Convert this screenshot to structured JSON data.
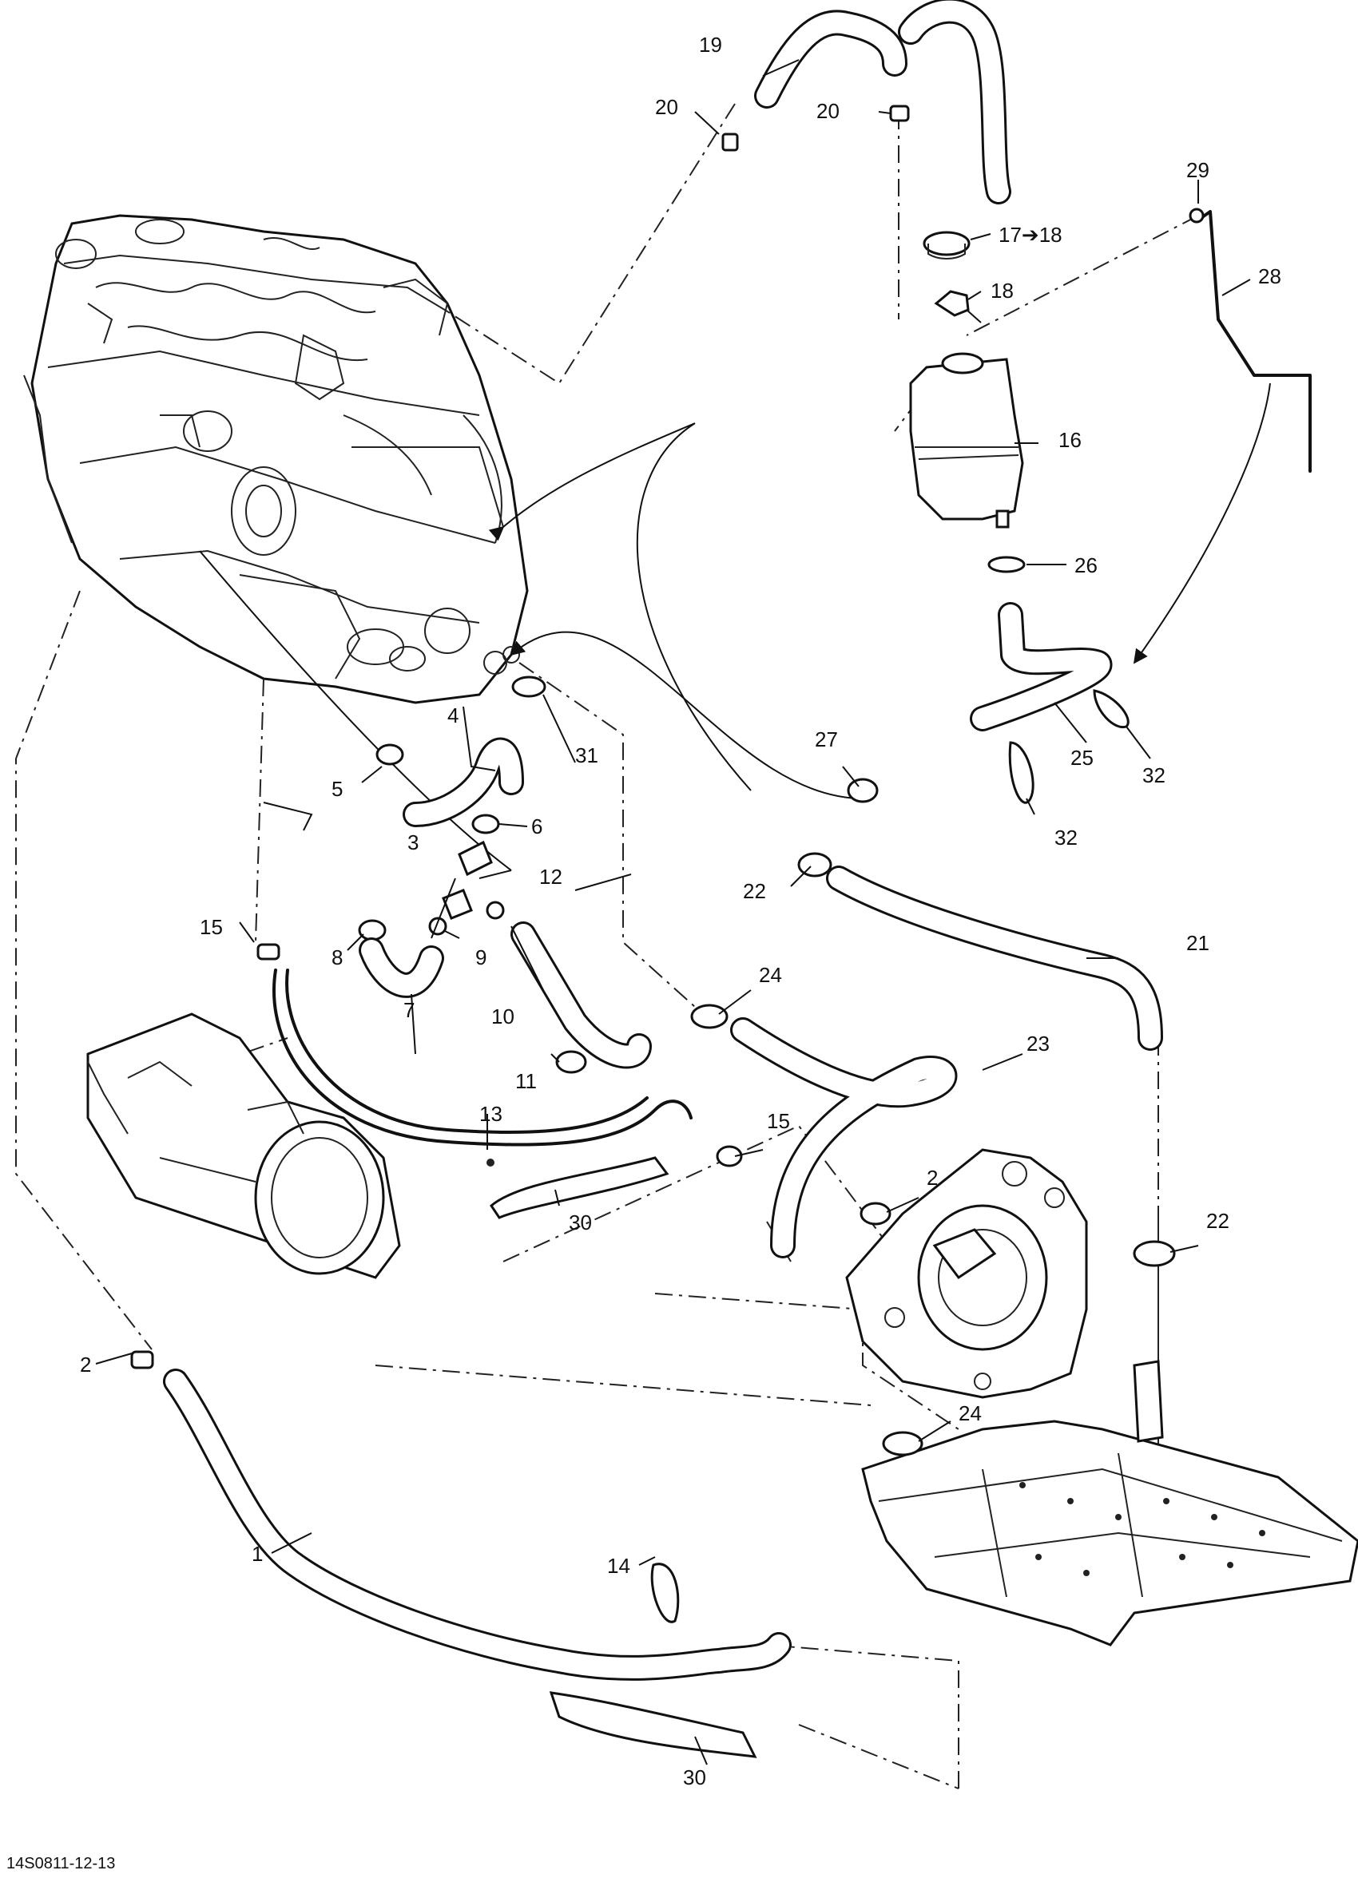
{
  "diagram": {
    "reference": "14S0811-12-13",
    "callouts": {
      "c1": "1",
      "c2a": "2",
      "c2b": "2",
      "c3": "3",
      "c4": "4",
      "c5": "5",
      "c6": "6",
      "c7": "7",
      "c8": "8",
      "c9": "9",
      "c10": "10",
      "c11": "11",
      "c12": "12",
      "c13": "13",
      "c14": "14",
      "c15a": "15",
      "c15b": "15",
      "c16": "16",
      "c17": "17➔18",
      "c18": "18",
      "c19": "19",
      "c20a": "20",
      "c20b": "20",
      "c21": "21",
      "c22a": "22",
      "c22b": "22",
      "c23": "23",
      "c24a": "24",
      "c24b": "24",
      "c25": "25",
      "c26": "26",
      "c27": "27",
      "c28": "28",
      "c29": "29",
      "c30a": "30",
      "c30b": "30",
      "c31": "31",
      "c32a": "32",
      "c32b": "32"
    }
  }
}
